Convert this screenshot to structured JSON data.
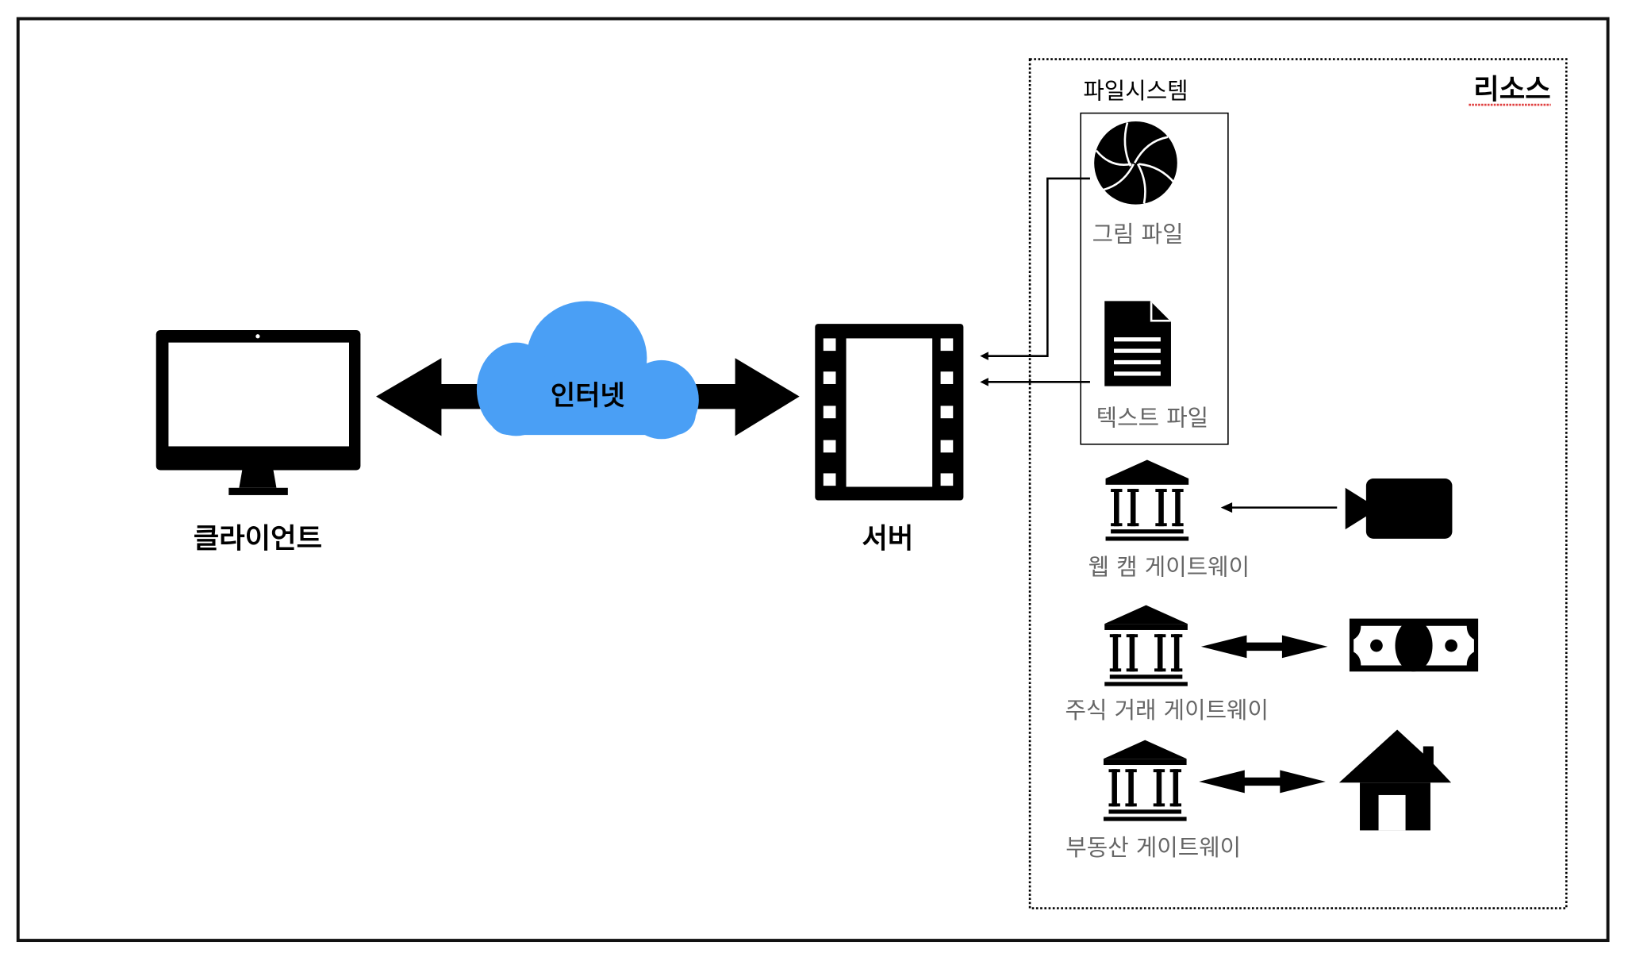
{
  "diagram": {
    "client": {
      "label": "클라이언트",
      "icon": "monitor-icon"
    },
    "internet": {
      "label": "인터넷",
      "icon": "cloud-icon",
      "color": "#4a9ff5"
    },
    "server": {
      "label": "서버",
      "icon": "film-strip-icon"
    },
    "resources": {
      "title": "리소스",
      "filesystem": {
        "title": "파일시스템",
        "items": [
          {
            "label": "그림 파일",
            "icon": "camera-aperture-icon"
          },
          {
            "label": "텍스트 파일",
            "icon": "document-icon"
          }
        ]
      },
      "gateways": [
        {
          "label": "웹 캠 게이트웨이",
          "icon": "bank-icon",
          "target_icon": "video-camera-icon",
          "direction": "one-way"
        },
        {
          "label": "주식 거래 게이트웨이",
          "icon": "bank-icon",
          "target_icon": "banknote-icon",
          "direction": "two-way"
        },
        {
          "label": "부동산 게이트웨이",
          "icon": "bank-icon",
          "target_icon": "house-icon",
          "direction": "two-way"
        }
      ]
    }
  }
}
